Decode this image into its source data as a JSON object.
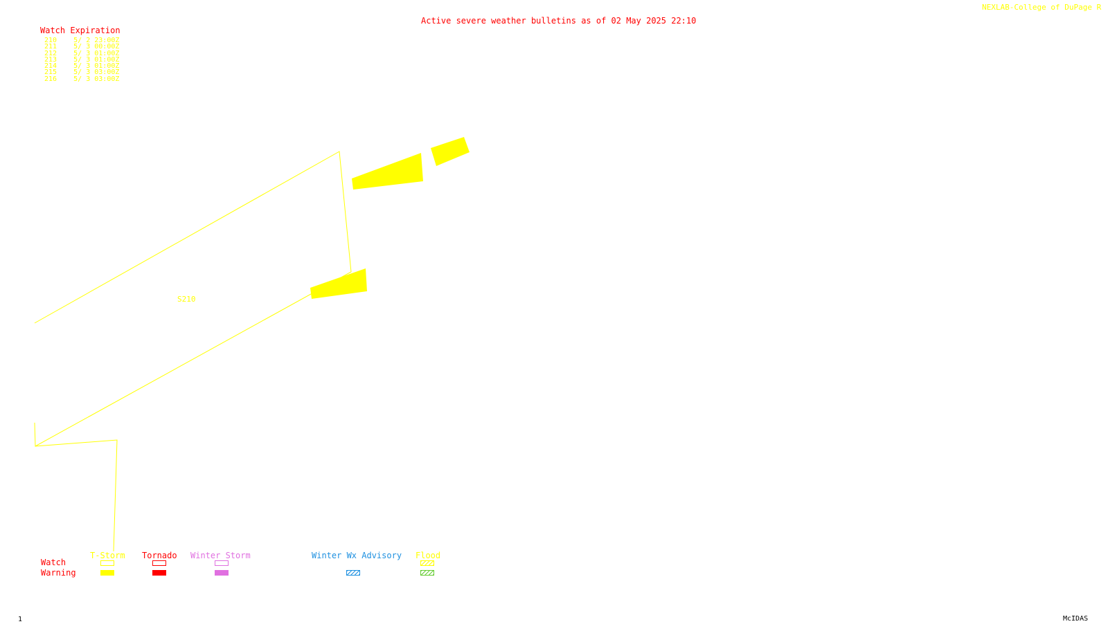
{
  "header": {
    "title": "Active severe weather bulletins as of 02 May 2025 22:10",
    "credit": "NEXLAB-College of DuPage R"
  },
  "watch_expiration": {
    "heading": "Watch Expiration",
    "rows": [
      {
        "id": "210",
        "time": "5/ 2 23:00Z"
      },
      {
        "id": "211",
        "time": "5/ 3 00:00Z"
      },
      {
        "id": "212",
        "time": "5/ 3 01:00Z"
      },
      {
        "id": "213",
        "time": "5/ 3 01:00Z"
      },
      {
        "id": "214",
        "time": "5/ 3 01:00Z"
      },
      {
        "id": "215",
        "time": "5/ 3 03:00Z"
      },
      {
        "id": "216",
        "time": "5/ 3 03:00Z"
      }
    ]
  },
  "map": {
    "watch_label": "S210",
    "colors": {
      "tstorm": "#ffff00"
    }
  },
  "legend": {
    "row_watch": "Watch",
    "row_warning": "Warning",
    "categories": [
      {
        "name": "T-Storm",
        "color": "#ffff00"
      },
      {
        "name": "Tornado",
        "color": "#ff0000"
      },
      {
        "name": "Winter Storm",
        "color": "#e070e0"
      },
      {
        "name": "Winter Wx Advisory",
        "color": "#1e90e0"
      },
      {
        "name": "Flood",
        "color": "#ffff00",
        "warning_color": "#66cc33"
      }
    ]
  },
  "footer": {
    "frame": "1",
    "software": "McIDAS"
  }
}
